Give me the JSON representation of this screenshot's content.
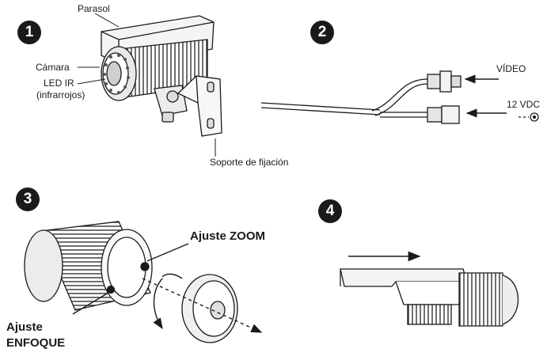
{
  "steps": [
    {
      "number": "1",
      "labels": {
        "parasol": "Parasol",
        "camera": "Cámara",
        "led_ir": "LED IR",
        "infrared": "(infrarrojos)",
        "bracket": "Soporte de fijación"
      }
    },
    {
      "number": "2",
      "labels": {
        "video": "VÍDEO",
        "power": "12 VDC"
      }
    },
    {
      "number": "3",
      "labels": {
        "zoom": "Ajuste ZOOM",
        "focus_line1": "Ajuste",
        "focus_line2": "ENFOQUE"
      }
    },
    {
      "number": "4"
    }
  ],
  "colors": {
    "ink": "#1a1a1a",
    "badge": "#1a1a1a",
    "background": "#ffffff"
  }
}
